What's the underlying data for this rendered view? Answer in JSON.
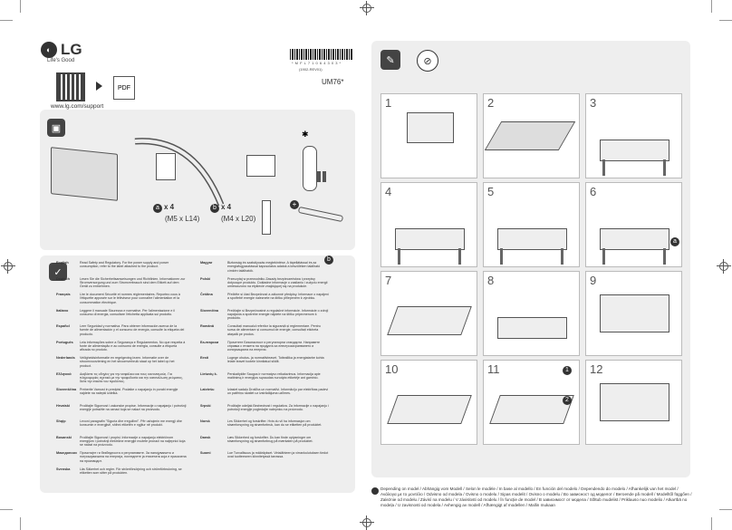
{
  "brand": {
    "logo_text": "LG",
    "tagline": "Life's Good"
  },
  "support_url": "www.lg.com/support",
  "pdf_label": "PDF",
  "barcode_number": "* M F L 7 1 0 6 4 3 0 3 *",
  "part_number": "(1902-REV01)",
  "model": "UM76*",
  "accessories": {
    "screws_m5": {
      "count": "x 4",
      "size": "(M5 x L14)",
      "icon_letter": "a"
    },
    "screws_m4": {
      "count": "x 4",
      "size": "(M4 x L20)",
      "icon_letter": "b"
    }
  },
  "steps": [
    "1",
    "2",
    "3",
    "4",
    "5",
    "6",
    "7",
    "8",
    "9",
    "10",
    "11",
    "12"
  ],
  "step_callouts": {
    "a_letter": "a",
    "b_letter": "b",
    "one": "1",
    "two": "2"
  },
  "languages_left": [
    {
      "name": "English",
      "text": "Read Safety and Regulatory. For the power supply and power consumption, refer to the label attached to the product."
    },
    {
      "name": "Deutsch",
      "text": "Lesen Sie die Sicherheitsanweisungen und Richtlinien. Informationen zur Stromversorgung und zum Stromverbrauch sind dem Etikett auf dem Gerät zu entnehmen."
    },
    {
      "name": "Français",
      "text": "Lire le document Sécurité et normes réglementaires. Reportez-vous à l'étiquette apposée sur le téléviseur pour connaître l'alimentation et la consommation électrique."
    },
    {
      "name": "Italiano",
      "text": "Leggere il manuale Sicurezza e normative. Per l'alimentazione e il consumo di energia, consultare l'etichetta applicata sul prodotto."
    },
    {
      "name": "Español",
      "text": "Leer Seguridad y normativa. Para obtener información acerca de la fuente de alimentación y el consumo de energía, consulte la etiqueta del producto."
    },
    {
      "name": "Português",
      "text": "Leia informações sobre a Segurança e Regulamentos. No que respeita à fonte de alimentação e ao consumo de energia, consulte a etiqueta afixada no produto."
    },
    {
      "name": "Nederlands",
      "text": "Veiligheidsinformatie en regelgeving lezen. Informatie over de stroomvoorziening en het stroomverbruik staat op het label op het product."
    },
    {
      "name": "Ελληνικά",
      "text": "Διαβάστε τις οδηγίες για την ασφάλεια και τους κανονισμούς. Για πληροφορίες σχετικά με την τροφοδοσία και την κατανάλωση ρεύματος, δείτε την ετικέτα του προϊόντος."
    },
    {
      "name": "Slovenščina",
      "text": "Preberite Varnost in predpisi. Podatke o napajanju in porabi energije najdete na nalepki izdelka."
    },
    {
      "name": "Hrvatski",
      "text": "Pročitajte Sigurnost i zakonske propise. Informacije o napajanju i potrošnji energije potražite na oznaci koja se nalazi na proizvodu."
    },
    {
      "name": "Shqip",
      "text": "Lexoni paragrafin \"Siguria dhe rregullimi\". Për ushqimin me energji dhe konsumin e energjisë, shihni etiketën e ngjitur në produkt."
    },
    {
      "name": "Bosanski",
      "text": "Pročitajte Sigurnost i propisi. Informacije o napajanju električnom energijom i potrošnji električne energije možete pronaći na naljepnici koja se nalazi na proizvodu."
    },
    {
      "name": "Македонски",
      "text": "Прочитајте ги безбедноста и регулативите. За напојувањето и потрошувачката на енергија, погледнете ја етикетата која е прикачена на производот."
    },
    {
      "name": "Svenska",
      "text": "Läs Säkerhet och regler. För strömförsörjning och strömförbrukning, se etiketten som sitter på produkten."
    }
  ],
  "languages_right": [
    {
      "name": "Magyar",
      "text": "Biztonság és szabályozás megtekintése. A tápellátással és az energiafogyasztással kapcsolatos adatok a készüléken található címkén találhatók."
    },
    {
      "name": "Polski",
      "text": "Przeczytaj w przewodniku Zasady bezpieczeństwa i przepisy dotyczące produktu. Dokładne informacje o zasilaniu i zużyciu energii umieszczono na etykiecie znajdującej się na produkcie."
    },
    {
      "name": "Čeština",
      "text": "Přečtěte si část Bezpečnost a zákonné předpisy. Informace o napájení a spotřebě energie naleznete na štítku přilepeném k výrobku."
    },
    {
      "name": "Slovenčina",
      "text": "Prečítajte si Bezpečnostné a regulačné informácie. Informácie o zdroji napájania a spotrebe energie nájdete na štítku pripevnenom k produktu."
    },
    {
      "name": "Română",
      "text": "Consultați manualul referitor la siguranță și reglementare. Pentru sursa de alimentare și consumul de energie, consultați eticheta ataşată pe produs."
    },
    {
      "name": "Български",
      "text": "Прочетете Безопасност и регулаторни стандарти. Направете справка с етикета на продукта за електрозахранването и консумацията на енергия."
    },
    {
      "name": "Eesti",
      "text": "Lugege ohutus- ja normatiivteavet. Toiteallika ja energiatarbe kohta leiate teavet tootele kinnitatud sildilt."
    },
    {
      "name": "Lietuvių k.",
      "text": "Perskaitykite Saugos ir normatyvo reikalavimus. Informacija apie maitinimą ir energijos sąnaudas nurodyta etiketėje ant gaminio."
    },
    {
      "name": "Latviešu",
      "text": "Izlasiet sadaļu Drošība un normatīvi. Informāciju par elektrības padevi un patēriņu skatiet uz izstrādājuma uzlīmes."
    },
    {
      "name": "Srpski",
      "text": "Pročitajte odeljak Bezbednost i regulativa. Za informacije o napajanju i potrošnji energije pogledajte nalepnicu na proizvodu."
    },
    {
      "name": "Norsk",
      "text": "Les Sikkerhet og forskrifter. Hvis du vil ha informasjon om strømforsyning og strømforbruk, kan du se etiketten på produktet."
    },
    {
      "name": "Dansk",
      "text": "Læs Sikkerhed og forskrifter. Du kan finde oplysninger om strømforsyning og strømforbrug på mærkaten på produktet."
    },
    {
      "name": "Suomi",
      "text": "Lue Turvallisuus ja määräykset. Virtalähteen ja virrankulutuksen tiedot ovat tuotteeseen kiinnitetyssä tarrassa."
    }
  ],
  "footer_note": "Depending on model / Abhängig vom Modell / Selon le modèle / In base al modello / En función del modelo / Dependendo do modelo / Afhankelijk van het model / Ανάλογα με το μοντέλο / Odvisno od modela / Ovisno o modelu / Sipas modelit / Ovisno o modelu / Во зависност од моделот / Beroende på modell / Modelltől függően / Zależnie od modelu / Závisí na modelu / V závislosti od modelu / În funcție de model / В зависимост от модела / Sõltub mudelist / Priklauso nuo modelio / Atkarībā no modeļa / U zavisnosti od modela / Avhengig av modell / Afhængigt af modellen / Mallin mukaan",
  "colors": {
    "panel_bg": "#eeeeee",
    "icon_bg": "#444444"
  },
  "icons": [
    "box-icon",
    "remote-icon",
    "bluetooth-icon",
    "battery-icon",
    "plus-icon",
    "checkmark-icon",
    "wipe-icon",
    "no-tool-icon",
    "info-icon"
  ]
}
